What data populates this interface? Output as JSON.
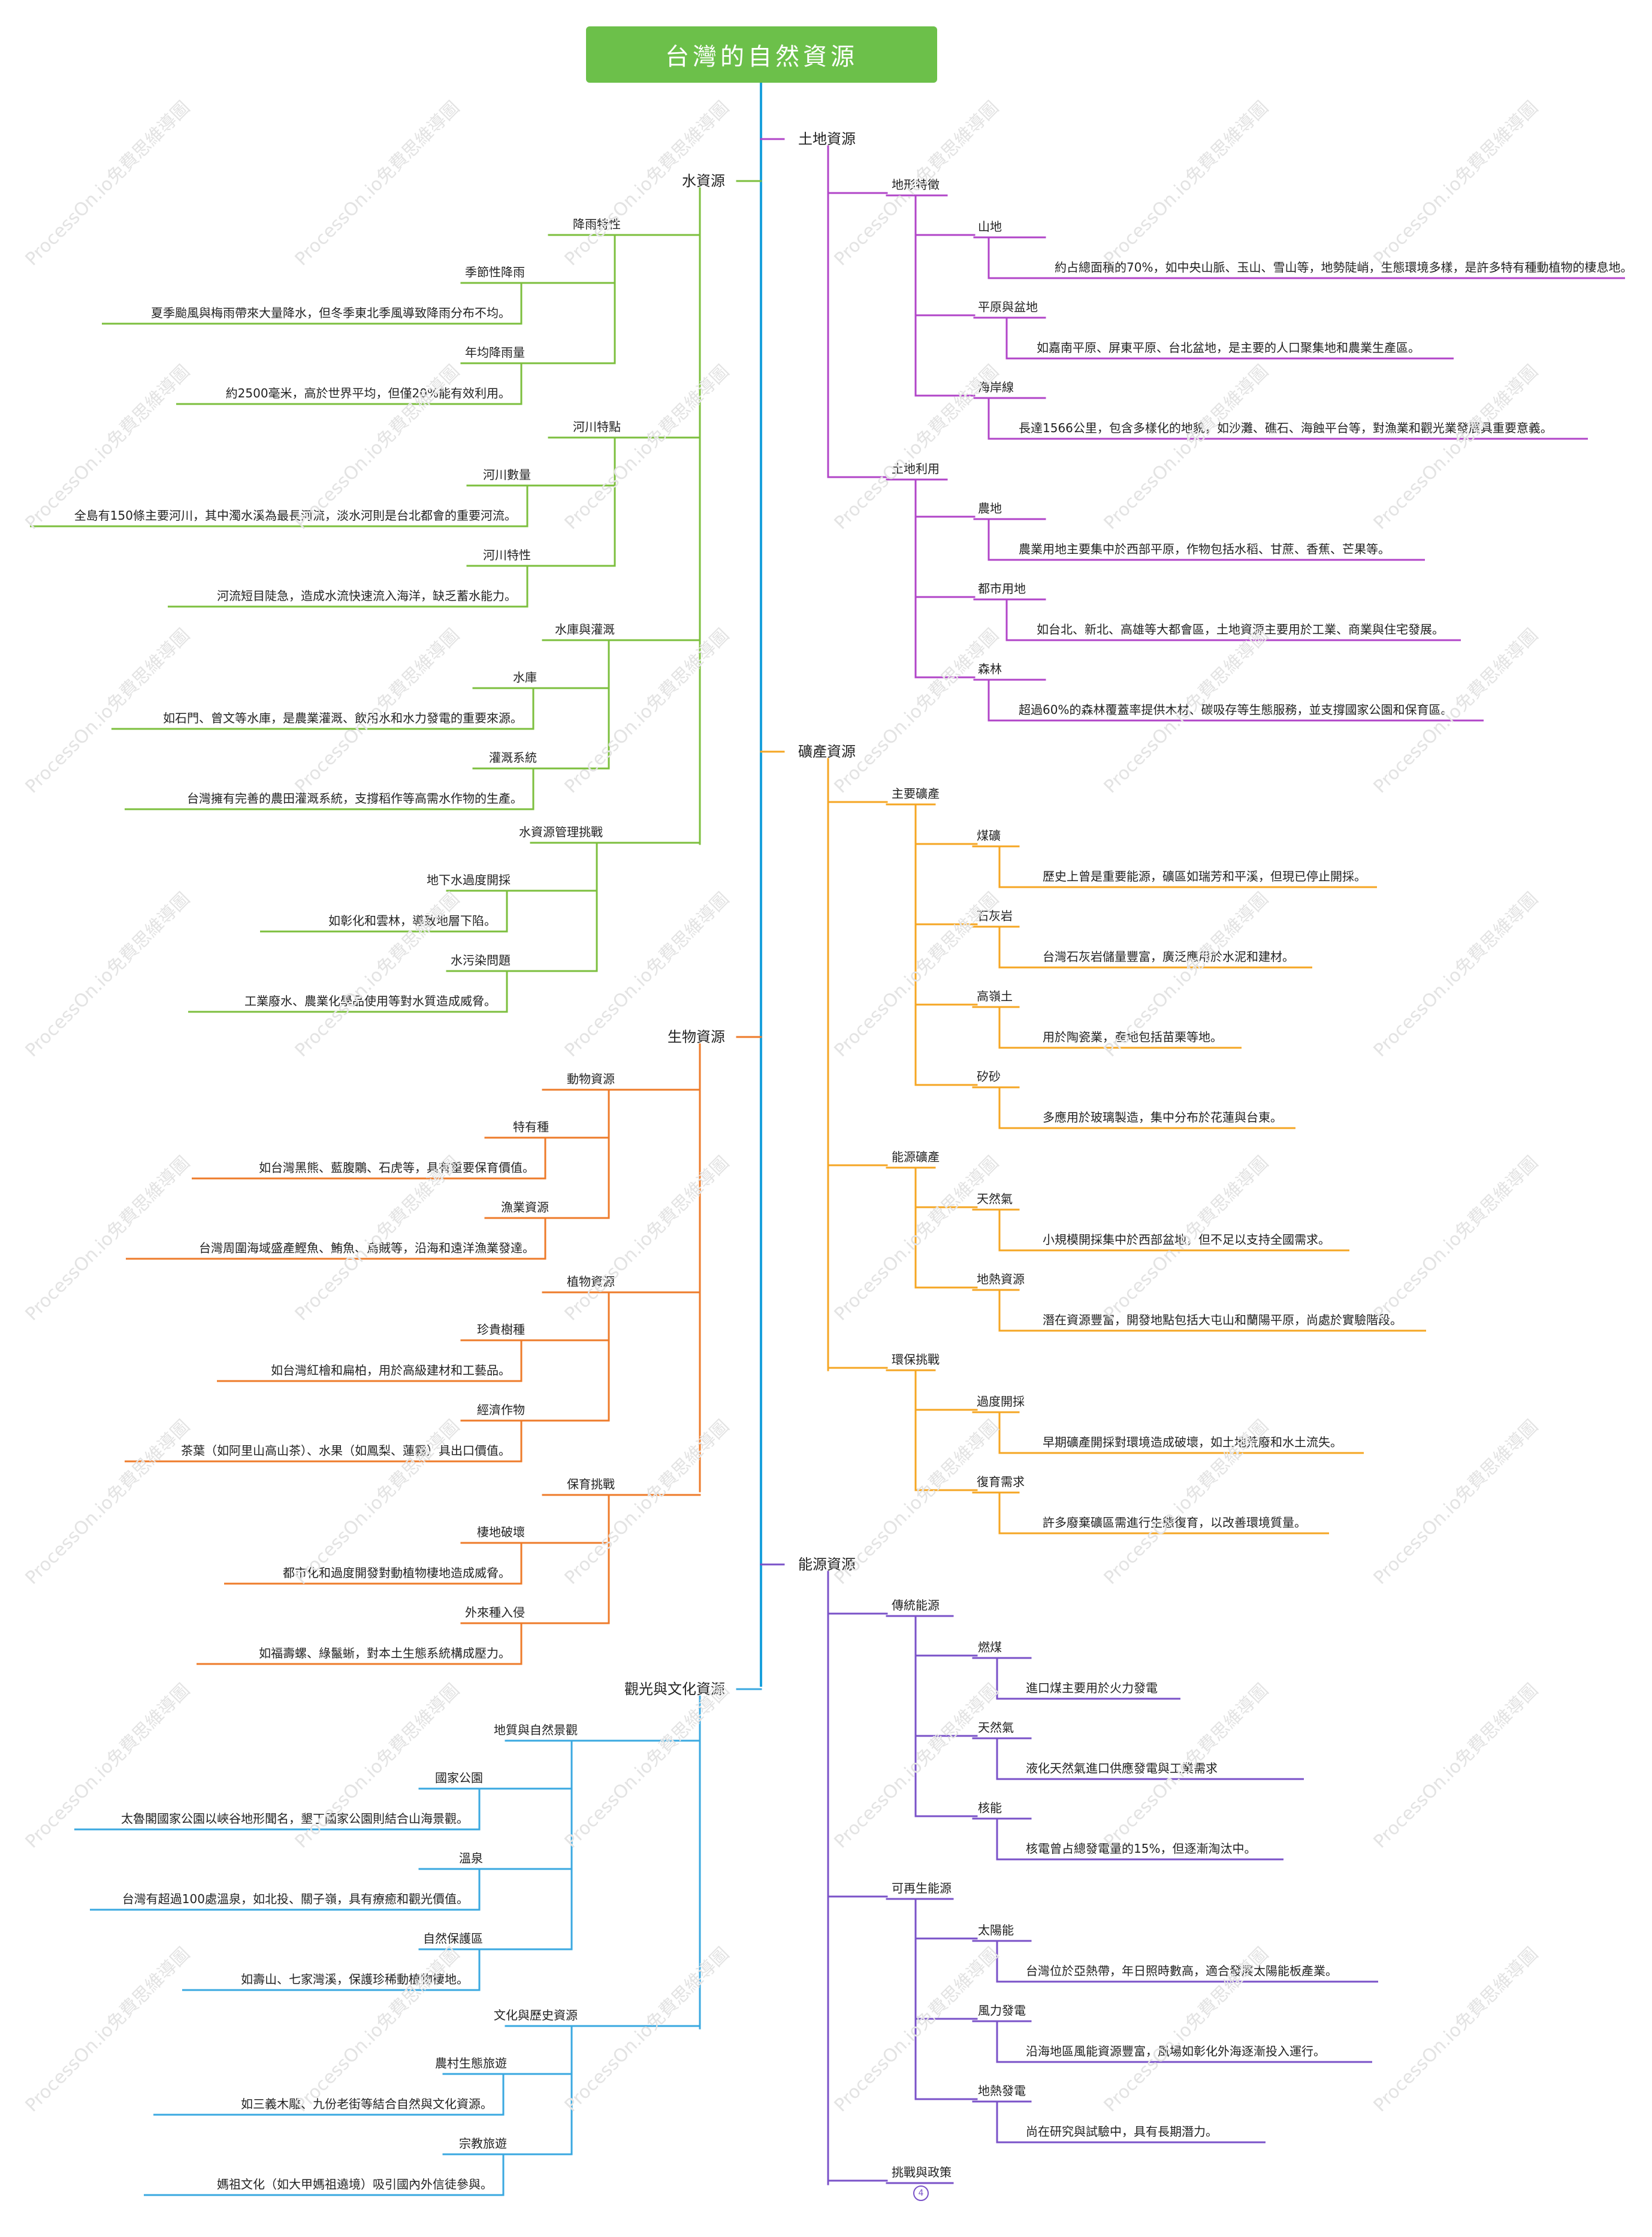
{
  "root": "台灣的自然資源",
  "watermark": "ProcessOn.io免費思維導圖",
  "collapse_badge": "4",
  "colors": {
    "trunk": "#1aa0dc",
    "water": "#7cbf3e",
    "land": "#b145c8",
    "mineral": "#f5a623",
    "bio": "#ee7b2a",
    "energy": "#7a52c8",
    "tourism": "#3aa8e0"
  },
  "branches": {
    "land": {
      "label": "土地資源",
      "groups": [
        {
          "label": "地形特徵",
          "items": [
            {
              "label": "山地",
              "desc": "約占總面積的70%，如中央山脈、玉山、雪山等，地勢陡峭，生態環境多樣，是許多特有種動植物的棲息地。"
            },
            {
              "label": "平原與盆地",
              "desc": "如嘉南平原、屏東平原、台北盆地，是主要的人口聚集地和農業生產區。"
            },
            {
              "label": "海岸線",
              "desc": "長達1566公里，包含多樣化的地貌，如沙灘、礁石、海蝕平台等，對漁業和觀光業發展具重要意義。"
            }
          ]
        },
        {
          "label": "土地利用",
          "items": [
            {
              "label": "農地",
              "desc": "農業用地主要集中於西部平原，作物包括水稻、甘蔗、香蕉、芒果等。"
            },
            {
              "label": "都市用地",
              "desc": "如台北、新北、高雄等大都會區，土地資源主要用於工業、商業與住宅發展。"
            },
            {
              "label": "森林",
              "desc": "超過60%的森林覆蓋率提供木材、碳吸存等生態服務，並支撐國家公園和保育區。"
            }
          ]
        }
      ]
    },
    "mineral": {
      "label": "礦產資源",
      "groups": [
        {
          "label": "主要礦產",
          "items": [
            {
              "label": "煤礦",
              "desc": "歷史上曾是重要能源，礦區如瑞芳和平溪，但現已停止開採。"
            },
            {
              "label": "石灰岩",
              "desc": "台灣石灰岩儲量豐富，廣泛應用於水泥和建材。"
            },
            {
              "label": "高嶺土",
              "desc": "用於陶瓷業，產地包括苗栗等地。"
            },
            {
              "label": "矽砂",
              "desc": "多應用於玻璃製造，集中分布於花蓮與台東。"
            }
          ]
        },
        {
          "label": "能源礦產",
          "items": [
            {
              "label": "天然氣",
              "desc": "小規模開採集中於西部盆地，但不足以支持全國需求。"
            },
            {
              "label": "地熱資源",
              "desc": "潛在資源豐富，開發地點包括大屯山和蘭陽平原，尚處於實驗階段。"
            }
          ]
        },
        {
          "label": "環保挑戰",
          "items": [
            {
              "label": "過度開採",
              "desc": "早期礦產開採對環境造成破壞，如土地荒廢和水土流失。"
            },
            {
              "label": "復育需求",
              "desc": "許多廢棄礦區需進行生態復育，以改善環境質量。"
            }
          ]
        }
      ]
    },
    "energy": {
      "label": "能源資源",
      "groups": [
        {
          "label": "傳統能源",
          "items": [
            {
              "label": "燃煤",
              "desc": "進口煤主要用於火力發電"
            },
            {
              "label": "天然氣",
              "desc": "液化天然氣進口供應發電與工業需求"
            },
            {
              "label": "核能",
              "desc": "核電曾占總發電量的15%，但逐漸淘汰中。"
            }
          ]
        },
        {
          "label": "可再生能源",
          "items": [
            {
              "label": "太陽能",
              "desc": "台灣位於亞熱帶，年日照時數高，適合發展太陽能板產業。"
            },
            {
              "label": "風力發電",
              "desc": "沿海地區風能資源豐富，風場如彰化外海逐漸投入運行。"
            },
            {
              "label": "地熱發電",
              "desc": "尚在研究與試驗中，具有長期潛力。"
            }
          ]
        },
        {
          "label": "挑戰與政策",
          "items": []
        }
      ]
    },
    "water": {
      "label": "水資源",
      "groups": [
        {
          "label": "降雨特性",
          "items": [
            {
              "label": "季節性降雨",
              "desc": "夏季颱風與梅雨帶來大量降水，但冬季東北季風導致降雨分布不均。"
            },
            {
              "label": "年均降雨量",
              "desc": "約2500毫米，高於世界平均，但僅20%能有效利用。"
            }
          ]
        },
        {
          "label": "河川特點",
          "items": [
            {
              "label": "河川數量",
              "desc": "全島有150條主要河川，其中濁水溪為最長河流，淡水河則是台北都會的重要河流。"
            },
            {
              "label": "河川特性",
              "desc": "河流短目陡急，造成水流快速流入海洋，缺乏蓄水能力。"
            }
          ]
        },
        {
          "label": "水庫與灌溉",
          "items": [
            {
              "label": "水庫",
              "desc": "如石門、曾文等水庫，是農業灌溉、飲用水和水力發電的重要來源。"
            },
            {
              "label": "灌溉系統",
              "desc": "台灣擁有完善的農田灌溉系統，支撐稻作等高需水作物的生產。"
            }
          ]
        },
        {
          "label": "水資源管理挑戰",
          "items": [
            {
              "label": "地下水過度開採",
              "desc": "如彰化和雲林，導致地層下陷。"
            },
            {
              "label": "水污染問題",
              "desc": "工業廢水、農業化學品使用等對水質造成威脅。"
            }
          ]
        }
      ]
    },
    "bio": {
      "label": "生物資源",
      "groups": [
        {
          "label": "動物資源",
          "items": [
            {
              "label": "特有種",
              "desc": "如台灣黑熊、藍腹鷴、石虎等，具有重要保育價值。"
            },
            {
              "label": "漁業資源",
              "desc": "台灣周圍海域盛產鰹魚、鮪魚、烏賊等，沿海和遠洋漁業發達。"
            }
          ]
        },
        {
          "label": "植物資源",
          "items": [
            {
              "label": "珍貴樹種",
              "desc": "如台灣紅檜和扁柏，用於高級建材和工藝品。"
            },
            {
              "label": "經濟作物",
              "desc": "茶葉（如阿里山高山茶）、水果（如鳳梨、蓮霧）具出口價值。"
            }
          ]
        },
        {
          "label": "保育挑戰",
          "items": [
            {
              "label": "棲地破壞",
              "desc": "都市化和過度開發對動植物棲地造成威脅。"
            },
            {
              "label": "外來種入侵",
              "desc": "如福壽螺、綠鬣蜥，對本土生態系統構成壓力。"
            }
          ]
        }
      ]
    },
    "tourism": {
      "label": "觀光與文化資源",
      "groups": [
        {
          "label": "地質與自然景觀",
          "items": [
            {
              "label": "國家公園",
              "desc": "太魯閣國家公園以峽谷地形聞名，墾丁國家公園則結合山海景觀。"
            },
            {
              "label": "溫泉",
              "desc": "台灣有超過100處溫泉，如北投、關子嶺，具有療癒和觀光價值。"
            },
            {
              "label": "自然保護區",
              "desc": "如壽山、七家灣溪，保護珍稀動植物棲地。"
            }
          ]
        },
        {
          "label": "文化與歷史資源",
          "items": [
            {
              "label": "農村生態旅遊",
              "desc": "如三義木雕、九份老街等結合自然與文化資源。"
            },
            {
              "label": "宗教旅遊",
              "desc": "媽祖文化（如大甲媽祖遶境）吸引國內外信徒參與。"
            }
          ]
        }
      ]
    }
  }
}
